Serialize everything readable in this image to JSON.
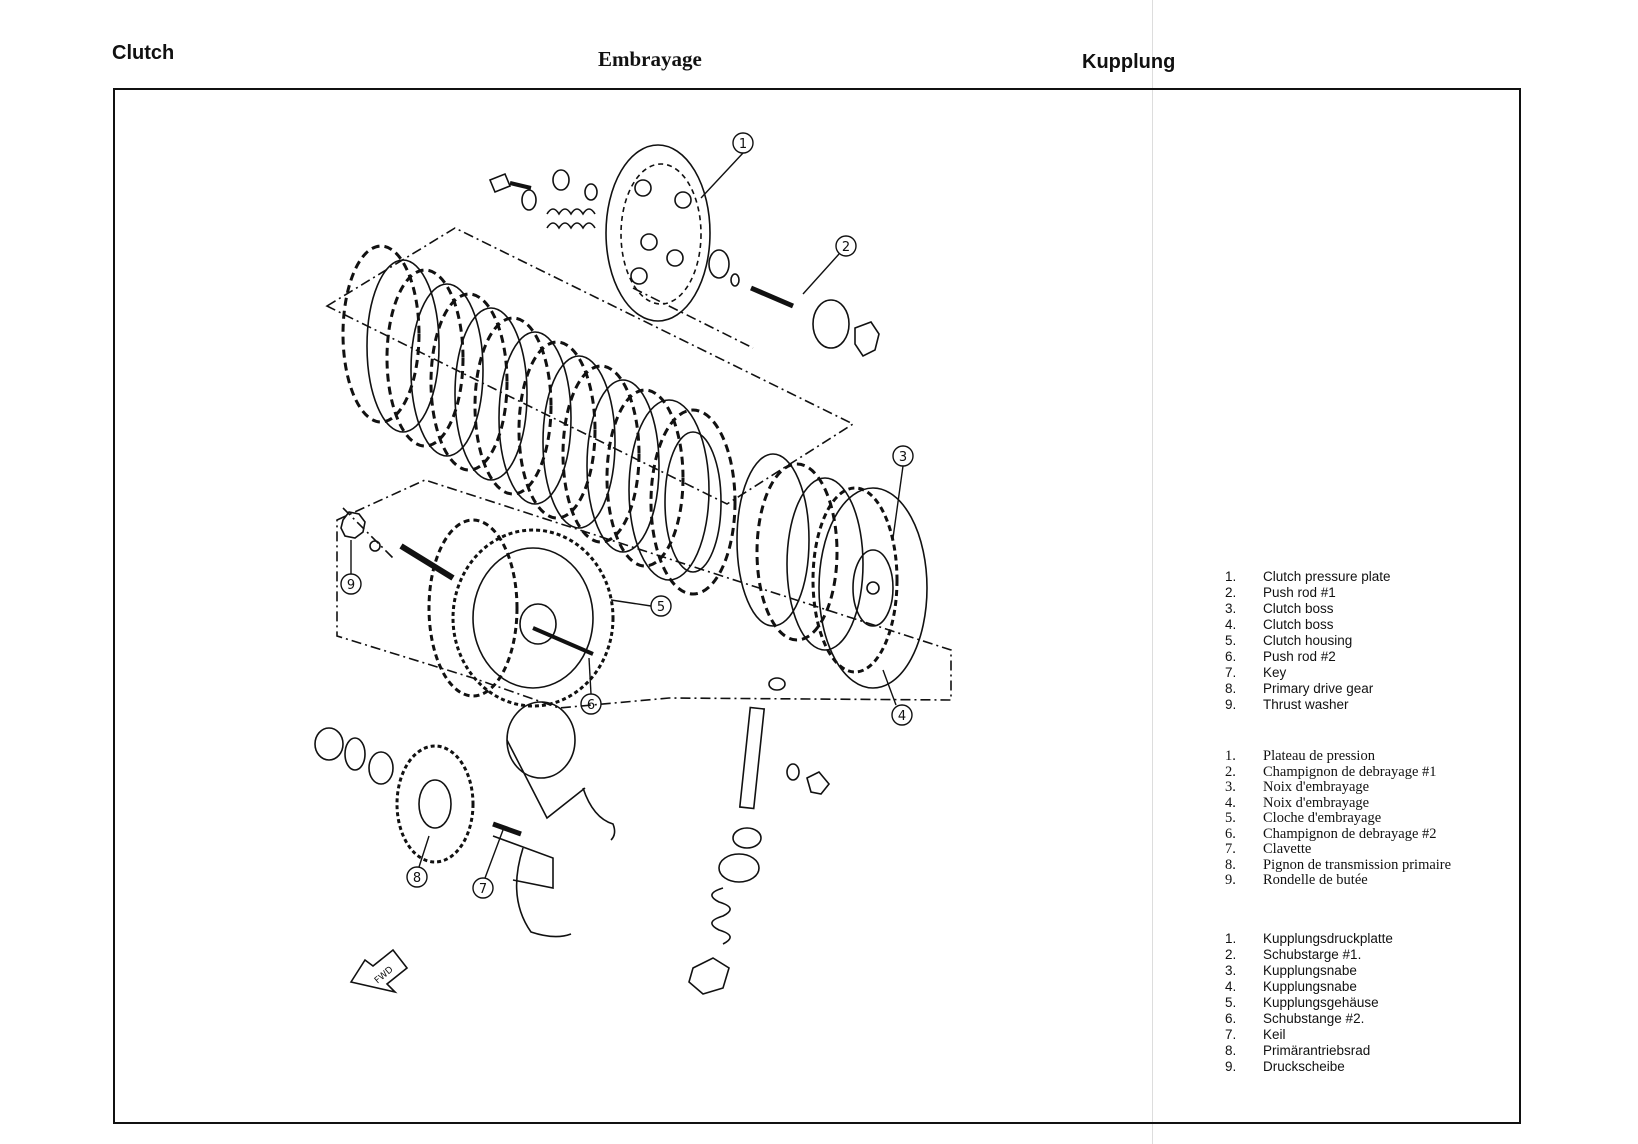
{
  "headers": {
    "english": "Clutch",
    "french": "Embrayage",
    "german": "Kupplung"
  },
  "callouts": [
    "1",
    "2",
    "3",
    "4",
    "5",
    "6",
    "7",
    "8",
    "9"
  ],
  "fwd_label": "FWD",
  "legend_en": [
    {
      "num": "1.",
      "text": "Clutch pressure plate"
    },
    {
      "num": "2.",
      "text": "Push rod #1"
    },
    {
      "num": "3.",
      "text": "Clutch boss"
    },
    {
      "num": "4.",
      "text": "Clutch boss"
    },
    {
      "num": "5.",
      "text": "Clutch housing"
    },
    {
      "num": "6.",
      "text": "Push rod #2"
    },
    {
      "num": "7.",
      "text": "Key"
    },
    {
      "num": "8.",
      "text": "Primary drive gear"
    },
    {
      "num": "9.",
      "text": "Thrust washer"
    }
  ],
  "legend_fr": [
    {
      "num": "1.",
      "text": "Plateau de pression"
    },
    {
      "num": "2.",
      "text": "Champignon de debrayage #1"
    },
    {
      "num": "3.",
      "text": "Noix d'embrayage"
    },
    {
      "num": "4.",
      "text": "Noix d'embrayage"
    },
    {
      "num": "5.",
      "text": "Cloche d'embrayage"
    },
    {
      "num": "6.",
      "text": "Champignon de debrayage #2"
    },
    {
      "num": "7.",
      "text": "Clavette"
    },
    {
      "num": "8.",
      "text": "Pignon de transmission primaire"
    },
    {
      "num": "9.",
      "text": "Rondelle de butée"
    }
  ],
  "legend_de": [
    {
      "num": "1.",
      "text": "Kupplungsdruckplatte"
    },
    {
      "num": "2.",
      "text": "Schubstarge #1."
    },
    {
      "num": "3.",
      "text": "Kupplungsnabe"
    },
    {
      "num": "4.",
      "text": "Kupplungsnabe"
    },
    {
      "num": "5.",
      "text": "Kupplungsgehäuse"
    },
    {
      "num": "6.",
      "text": "Schubstange #2."
    },
    {
      "num": "7.",
      "text": "Keil"
    },
    {
      "num": "8.",
      "text": "Primärantriebsrad"
    },
    {
      "num": "9.",
      "text": "Druckscheibe"
    }
  ]
}
